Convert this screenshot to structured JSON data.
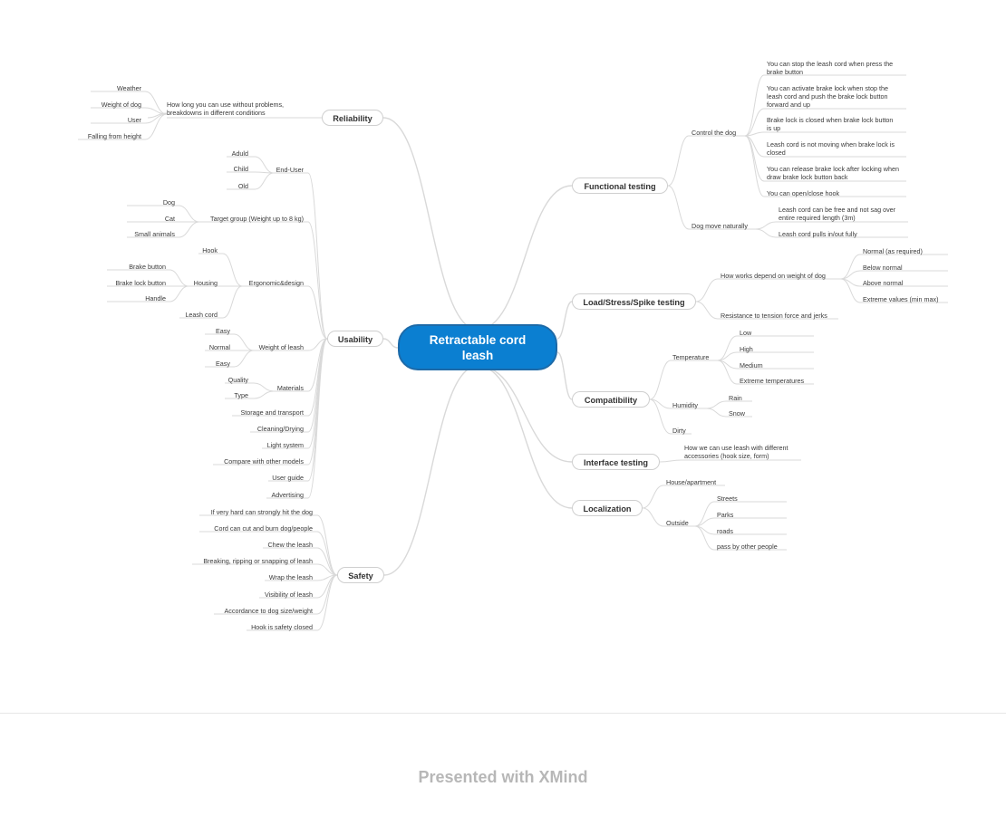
{
  "root": "Retractable cord leash",
  "footer": "Presented with XMind",
  "branches": {
    "reliability": {
      "label": "Reliability",
      "description": "How long you can use without problems, breakdowns in different conditions",
      "items": [
        "Weather",
        "Weight of dog",
        "User",
        "Falling from height"
      ]
    },
    "usability": {
      "label": "Usability",
      "end_user": {
        "label": "End-User",
        "items": [
          "Aduld",
          "Child",
          "Old"
        ]
      },
      "target_group": {
        "label": "Target group (Weight up to 8 kg)",
        "items": [
          "Dog",
          "Cat",
          "Small animals"
        ]
      },
      "ergonomic": {
        "label": "Ergonomic&design",
        "hook": "Hook",
        "housing": {
          "label": "Housing",
          "items": [
            "Brake button",
            "Brake lock button",
            "Handle"
          ]
        },
        "leash_cord": "Leash cord"
      },
      "weight": {
        "label": "Weight of leash",
        "items": [
          "Easy",
          "Normal",
          "Easy"
        ]
      },
      "materials": {
        "label": "Materials",
        "items": [
          "Quality",
          "Type"
        ]
      },
      "others": [
        "Storage and transport",
        "Cleaning/Drying",
        "Light system",
        "Compare with other models",
        "User guide",
        "Advertising"
      ]
    },
    "safety": {
      "label": "Safety",
      "items": [
        "If very hard can strongly hit the dog",
        "Cord can cut and burn dog/people",
        "Chew the leash",
        "Breaking, ripping or snapping of leash",
        "Wrap the leash",
        "Visibility of leash",
        "Accordance to dog size/weight",
        "Hook is safety closed"
      ]
    },
    "functional": {
      "label": "Functional testing",
      "control": {
        "label": "Control the dog",
        "items": [
          "You can stop the leash cord when press the brake button",
          "You can activate brake lock when stop the leash cord and push the brake lock button forward and up",
          "Brake lock is closed when brake lock button is  up",
          "Leash cord is not moving when brake lock is closed",
          "You can release brake lock after locking when draw brake lock button back",
          "You can open/close hook"
        ]
      },
      "naturally": {
        "label": "Dog move naturally",
        "items": [
          "Leash cord can be free and not sag over entire required length (3m)",
          "Leash cord pulls in/out fully"
        ]
      }
    },
    "load": {
      "label": "Load/Stress/Spike testing",
      "weight": {
        "label": "How works depend on weight of dog",
        "items": [
          "Normal (as required)",
          "Below normal",
          "Above normal",
          "Extreme values (min max)"
        ]
      },
      "resistance": "Resistance to tension force and jerks"
    },
    "compat": {
      "label": "Compatibility",
      "temperature": {
        "label": "Temperature",
        "items": [
          "Low",
          "High",
          "Medium",
          "Extreme temperatures"
        ]
      },
      "humidity": {
        "label": "Humidity",
        "items": [
          "Rain",
          "Snow"
        ]
      },
      "dirty": "Dirty"
    },
    "interface": {
      "label": "Interface testing",
      "description": "How we can use leash with different accessories (hook size, form)"
    },
    "localization": {
      "label": "Localization",
      "house": "House/apartment",
      "outside": {
        "label": "Outside",
        "items": [
          "Streets",
          "Parks",
          "roads",
          "pass by other people"
        ]
      }
    }
  }
}
